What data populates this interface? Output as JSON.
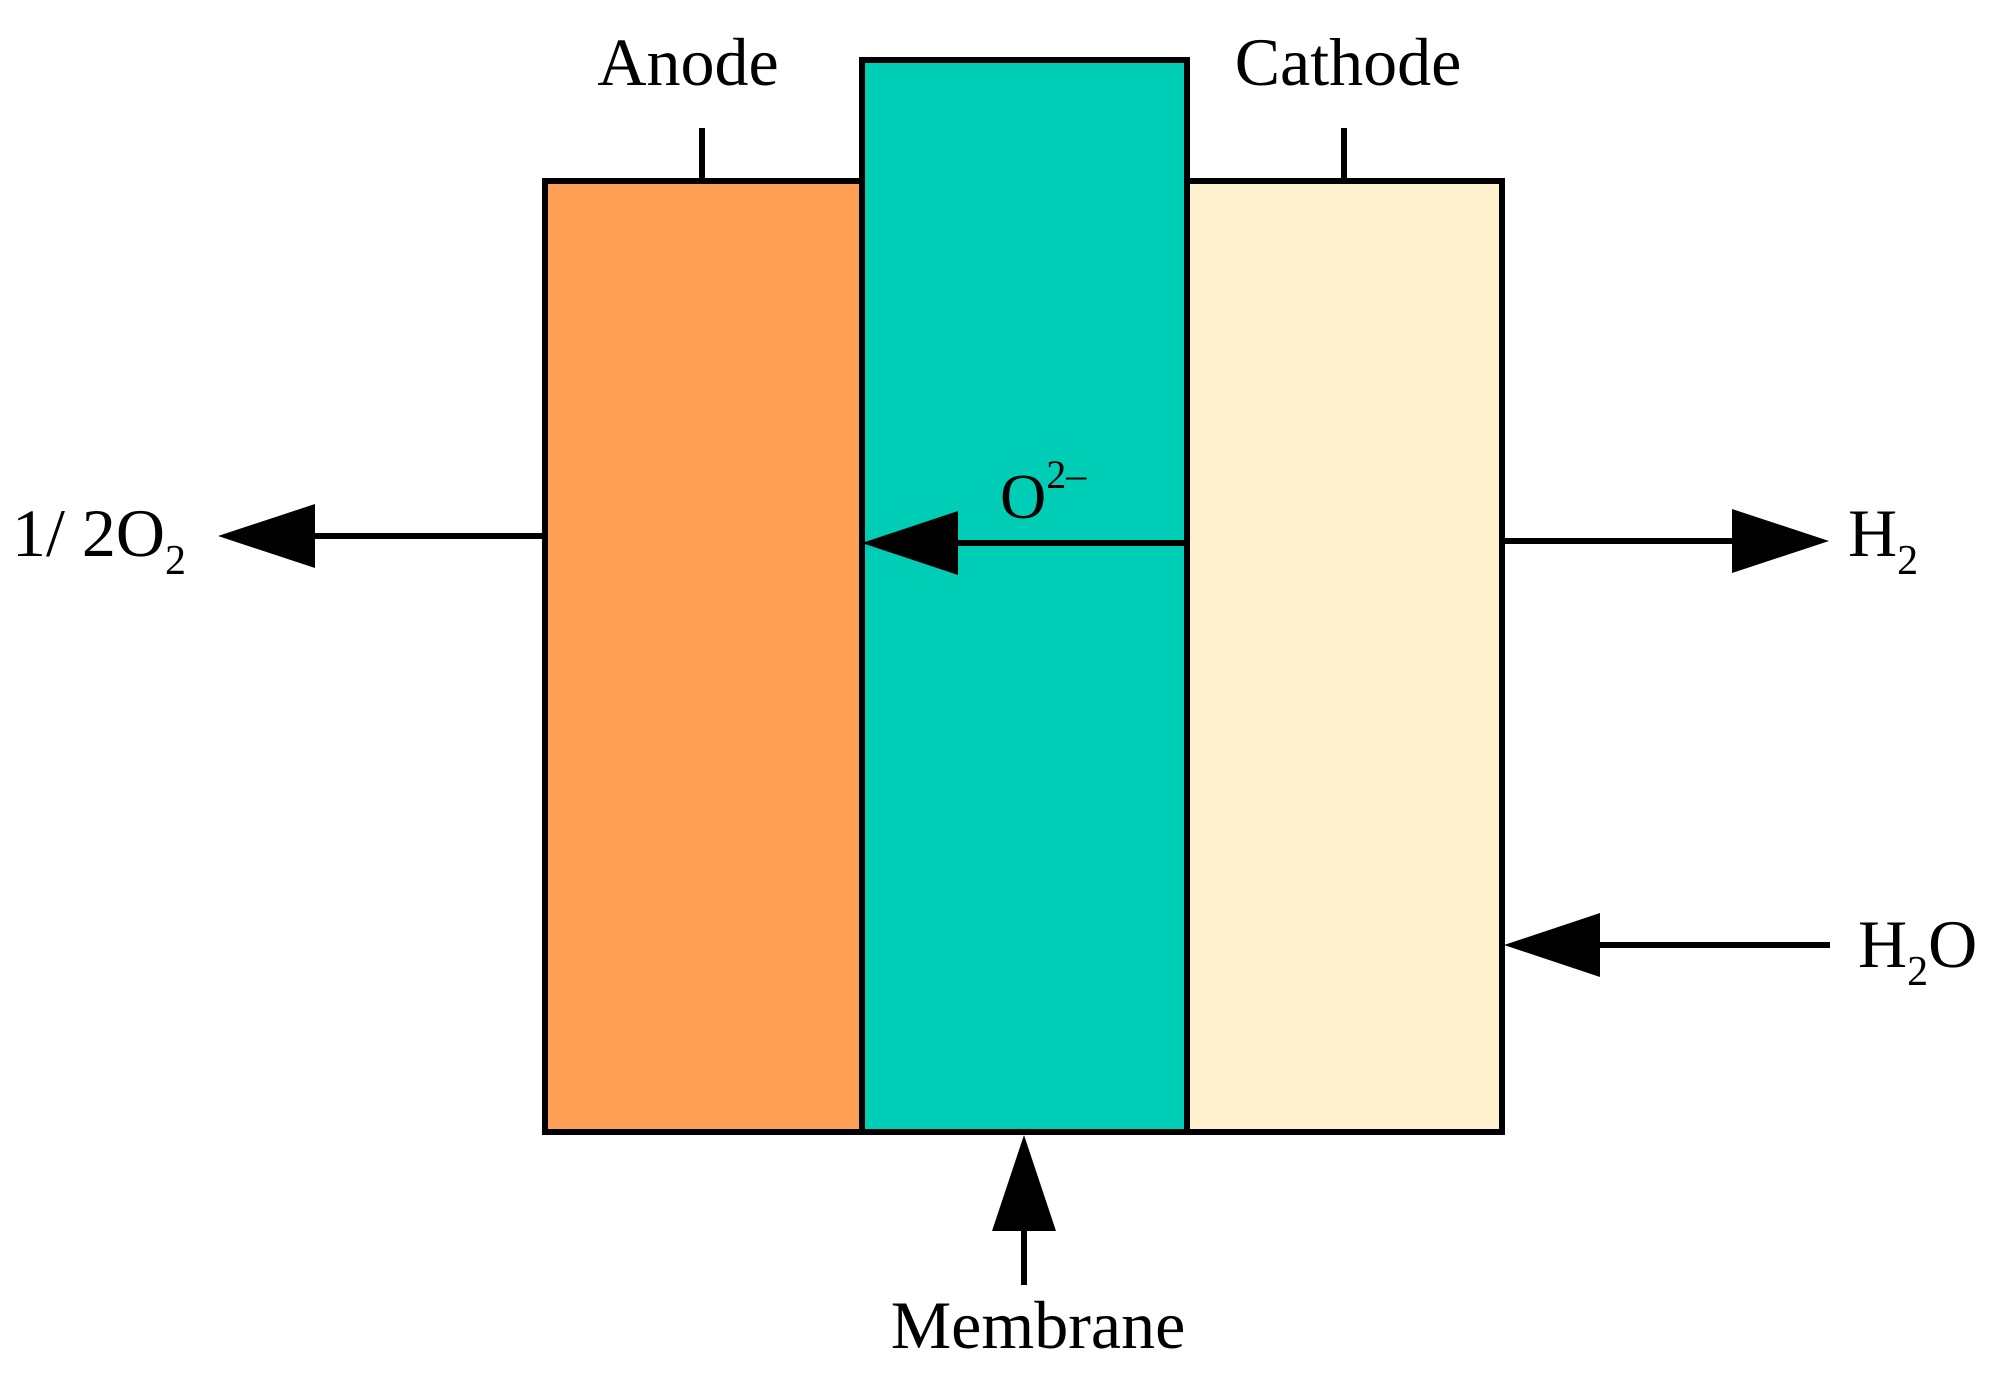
{
  "labels": {
    "anode": "Anode",
    "cathode": "Cathode",
    "membrane": "Membrane",
    "ion": {
      "base": "O",
      "charge": "2–"
    },
    "oxygen_out": {
      "prefix": "1/ 2O",
      "sub": "2"
    },
    "hydrogen_out": {
      "base": "H",
      "sub": "2"
    },
    "water_in": {
      "base": "H",
      "sub": "2",
      "suffix": "O"
    }
  },
  "colors": {
    "anode_fill": "#FF9F55",
    "membrane_fill": "#00CDB5",
    "cathode_fill": "#FFF1CD",
    "stroke": "#000000"
  }
}
